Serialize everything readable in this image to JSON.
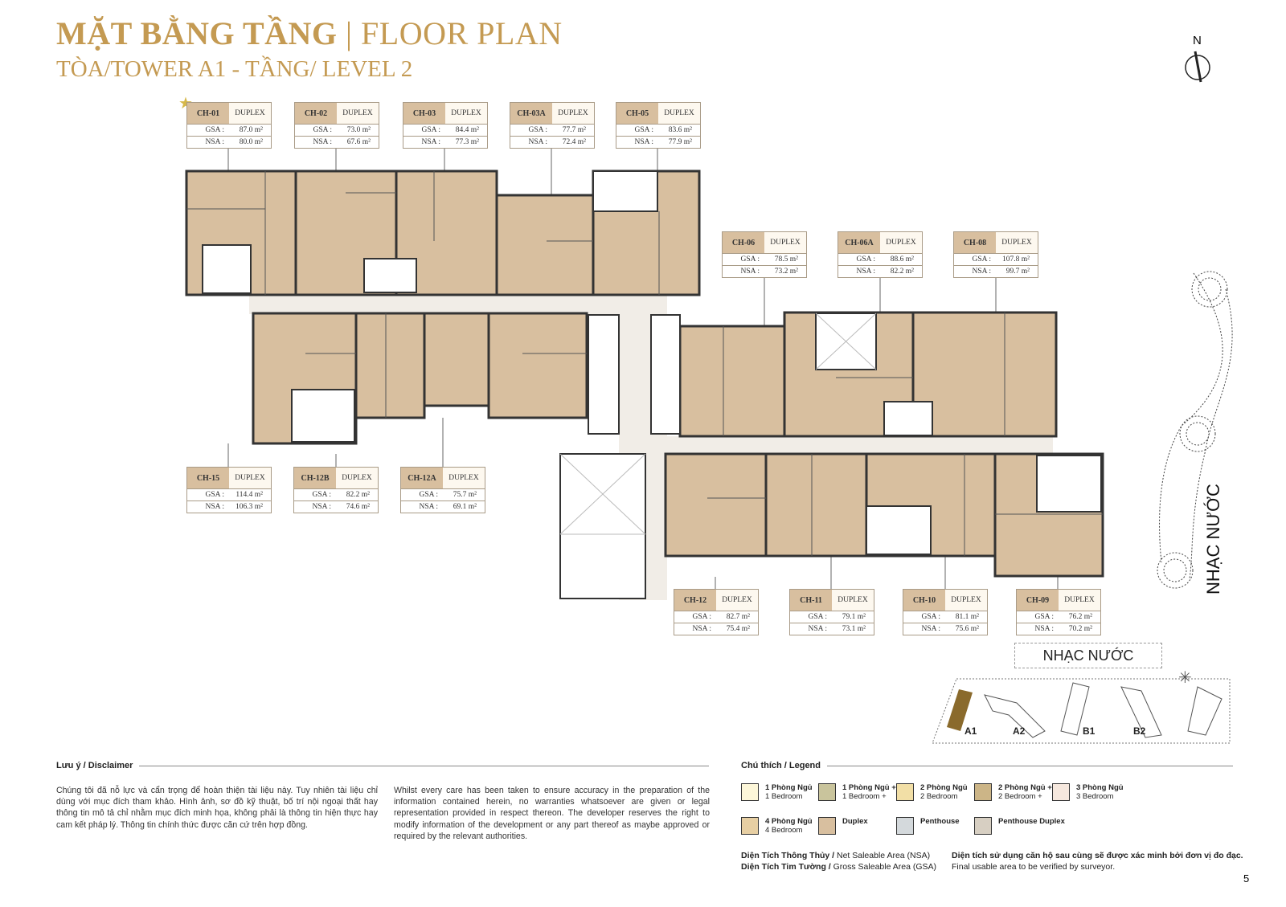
{
  "header": {
    "title_vi": "MẶT BẰNG TẦNG",
    "separator": "|",
    "title_en": "FLOOR PLAN",
    "subtitle": "TÒA/TOWER A1 - TẦNG/ LEVEL 2"
  },
  "north_label": "N",
  "units": [
    {
      "code": "CH-01",
      "type": "DUPLEX",
      "gsa_label": "GSA :",
      "gsa": "87.0 m²",
      "nsa_label": "NSA :",
      "nsa": "80.0 m²"
    },
    {
      "code": "CH-02",
      "type": "DUPLEX",
      "gsa_label": "GSA :",
      "gsa": "73.0 m²",
      "nsa_label": "NSA :",
      "nsa": "67.6 m²"
    },
    {
      "code": "CH-03",
      "type": "DUPLEX",
      "gsa_label": "GSA :",
      "gsa": "84.4 m²",
      "nsa_label": "NSA :",
      "nsa": "77.3 m²"
    },
    {
      "code": "CH-03A",
      "type": "DUPLEX",
      "gsa_label": "GSA :",
      "gsa": "77.7 m²",
      "nsa_label": "NSA :",
      "nsa": "72.4 m²"
    },
    {
      "code": "CH-05",
      "type": "DUPLEX",
      "gsa_label": "GSA :",
      "gsa": "83.6 m²",
      "nsa_label": "NSA :",
      "nsa": "77.9 m²"
    },
    {
      "code": "CH-06",
      "type": "DUPLEX",
      "gsa_label": "GSA :",
      "gsa": "78.5 m²",
      "nsa_label": "NSA :",
      "nsa": "73.2 m²"
    },
    {
      "code": "CH-06A",
      "type": "DUPLEX",
      "gsa_label": "GSA :",
      "gsa": "88.6 m²",
      "nsa_label": "NSA :",
      "nsa": "82.2 m²"
    },
    {
      "code": "CH-08",
      "type": "DUPLEX",
      "gsa_label": "GSA :",
      "gsa": "107.8 m²",
      "nsa_label": "NSA :",
      "nsa": "99.7 m²"
    },
    {
      "code": "CH-15",
      "type": "DUPLEX",
      "gsa_label": "GSA :",
      "gsa": "114.4 m²",
      "nsa_label": "NSA :",
      "nsa": "106.3 m²"
    },
    {
      "code": "CH-12B",
      "type": "DUPLEX",
      "gsa_label": "GSA :",
      "gsa": "82.2 m²",
      "nsa_label": "NSA :",
      "nsa": "74.6 m²"
    },
    {
      "code": "CH-12A",
      "type": "DUPLEX",
      "gsa_label": "GSA :",
      "gsa": "75.7 m²",
      "nsa_label": "NSA :",
      "nsa": "69.1 m²"
    },
    {
      "code": "CH-12",
      "type": "DUPLEX",
      "gsa_label": "GSA :",
      "gsa": "82.7 m²",
      "nsa_label": "NSA :",
      "nsa": "75.4 m²"
    },
    {
      "code": "CH-11",
      "type": "DUPLEX",
      "gsa_label": "GSA :",
      "gsa": "79.1 m²",
      "nsa_label": "NSA :",
      "nsa": "73.1 m²"
    },
    {
      "code": "CH-10",
      "type": "DUPLEX",
      "gsa_label": "GSA :",
      "gsa": "81.1 m²",
      "nsa_label": "NSA :",
      "nsa": "75.6 m²"
    },
    {
      "code": "CH-09",
      "type": "DUPLEX",
      "gsa_label": "GSA :",
      "gsa": "76.2 m²",
      "nsa_label": "NSA :",
      "nsa": "70.2 m²"
    }
  ],
  "fountain_label": "NHẠC NƯỚC",
  "key_plan": {
    "label": "NHẠC NƯỚC",
    "towers": [
      "A1",
      "A2",
      "B1",
      "B2"
    ]
  },
  "disclaimer": {
    "title": "Lưu ý / Disclaimer",
    "vi": "Chúng tôi đã nỗ lực và cẩn trọng để hoàn thiện tài liệu này. Tuy nhiên tài liệu chỉ dùng với mục đích tham khảo. Hình ảnh, sơ đồ kỹ thuật, bố trí nội ngoại thất hay thông tin mô tả chỉ nhằm mục đích minh họa, không phải là thông tin hiện thực hay cam kết pháp lý. Thông tin chính thức được căn cứ trên hợp đồng.",
    "en": "Whilst every care has been taken to ensure accuracy in the preparation of the information contained herein, no warranties whatsoever are given or legal representation provided in respect thereon. The developer reserves the right to modify information of the development or any part thereof as maybe approved or required by the relevant authorities."
  },
  "legend": {
    "title": "Chú thích / Legend",
    "items": [
      {
        "vi": "1 Phòng Ngủ",
        "en": "1 Bedroom",
        "color": "#fdf7d9"
      },
      {
        "vi": "1 Phòng Ngủ +",
        "en": "1 Bedroom +",
        "color": "#c9c49c"
      },
      {
        "vi": "2 Phòng Ngủ",
        "en": "2 Bedroom",
        "color": "#f2dfa6"
      },
      {
        "vi": "2 Phòng Ngủ +",
        "en": "2 Bedroom +",
        "color": "#ccb587"
      },
      {
        "vi": "3 Phòng Ngủ",
        "en": "3 Bedroom",
        "color": "#f6e8de"
      },
      {
        "vi": "4 Phòng Ngủ",
        "en": "4 Bedroom",
        "color": "#e7cfa3"
      },
      {
        "vi": "Duplex",
        "en": "",
        "color": "#d8bf9f"
      },
      {
        "vi": "Penthouse",
        "en": "",
        "color": "#d4d9dc"
      },
      {
        "vi": "Penthouse Duplex",
        "en": "",
        "color": "#d7cfc2"
      }
    ]
  },
  "notes": {
    "nsa_vi": "Diện Tích Thông Thủy /",
    "nsa_en": " Net Saleable Area (NSA)",
    "gsa_vi": "Diện Tích Tim Tường /",
    "gsa_en": " Gross Saleable Area (GSA)",
    "final_vi": "Diện tích sử dụng căn hộ sau cùng sẽ được xác minh bởi đơn vị đo đạc.",
    "final_en": "Final usable area to be verified by surveyor."
  },
  "page_number": "5",
  "colors": {
    "gold": "#c49a52",
    "duplex": "#d8bf9f",
    "wall": "#333333",
    "corridor": "#f1ede7"
  }
}
